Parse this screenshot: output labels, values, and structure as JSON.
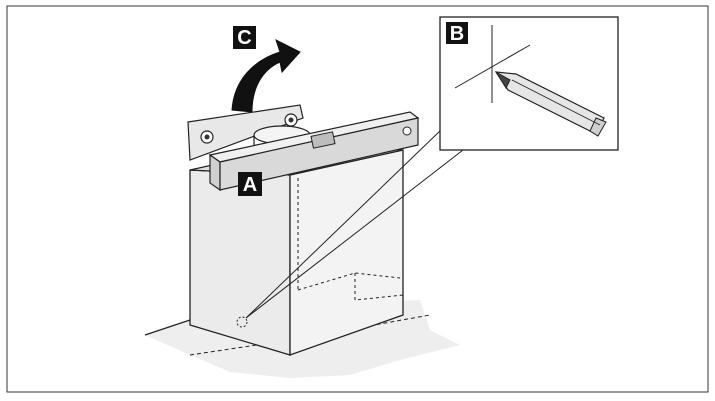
{
  "labels": {
    "a": "A",
    "b": "B",
    "c": "C"
  },
  "colors": {
    "outline": "#222222",
    "wall_fill": "#ebebeb",
    "floor_fill": "#eeeeee",
    "level_fill": "#d6d6d6",
    "label_bg": "#111111",
    "label_text": "#ffffff"
  },
  "icons": {
    "rotate_arrow": "curved-arrow-icon",
    "pencil": "pencil-icon",
    "crosshair": "crosshair-icon"
  }
}
